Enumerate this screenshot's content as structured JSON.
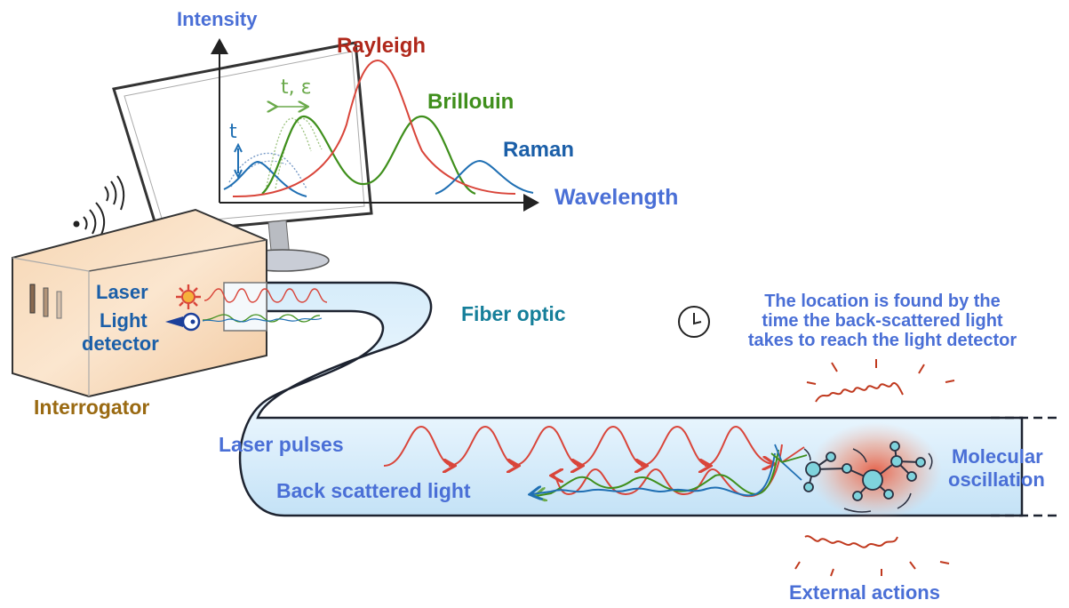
{
  "title": "Distributed fiber optic sensing principle",
  "colors": {
    "rayleigh": "#d9453a",
    "brillouin": "#3f8f1c",
    "raman": "#1f6fb3",
    "label_blue": "#4a6fd6",
    "interrogator": "#9a6a12",
    "fiber": "#bfe0f5"
  },
  "spectrum": {
    "y_axis_label": "Intensity",
    "x_axis_label": "Wavelength",
    "peaks": [
      {
        "name": "Rayleigh",
        "color": "rayleigh"
      },
      {
        "name": "Brillouin",
        "color": "brillouin"
      },
      {
        "name": "Raman",
        "color": "raman"
      }
    ],
    "shift_labels": {
      "raman_shift": "t",
      "brillouin_shift": "t, ε"
    }
  },
  "interrogator": {
    "label": "Interrogator",
    "laser_label": "Laser",
    "detector_label_line1": "Light",
    "detector_label_line2": "detector"
  },
  "fiber": {
    "label": "Fiber optic",
    "laser_pulses_label": "Laser pulses",
    "backscatter_label": "Back scattered light"
  },
  "location_note": {
    "line1": "The location is found by the",
    "line2": "time the back-scattered light",
    "line3": "takes to reach the light detector"
  },
  "molecule": {
    "label_line1": "Molecular",
    "label_line2": "oscillation"
  },
  "external": {
    "label": "External actions"
  },
  "icons": [
    "wifi-icon",
    "clock-icon",
    "laser-icon",
    "eye-detector-icon",
    "molecule-icon"
  ]
}
